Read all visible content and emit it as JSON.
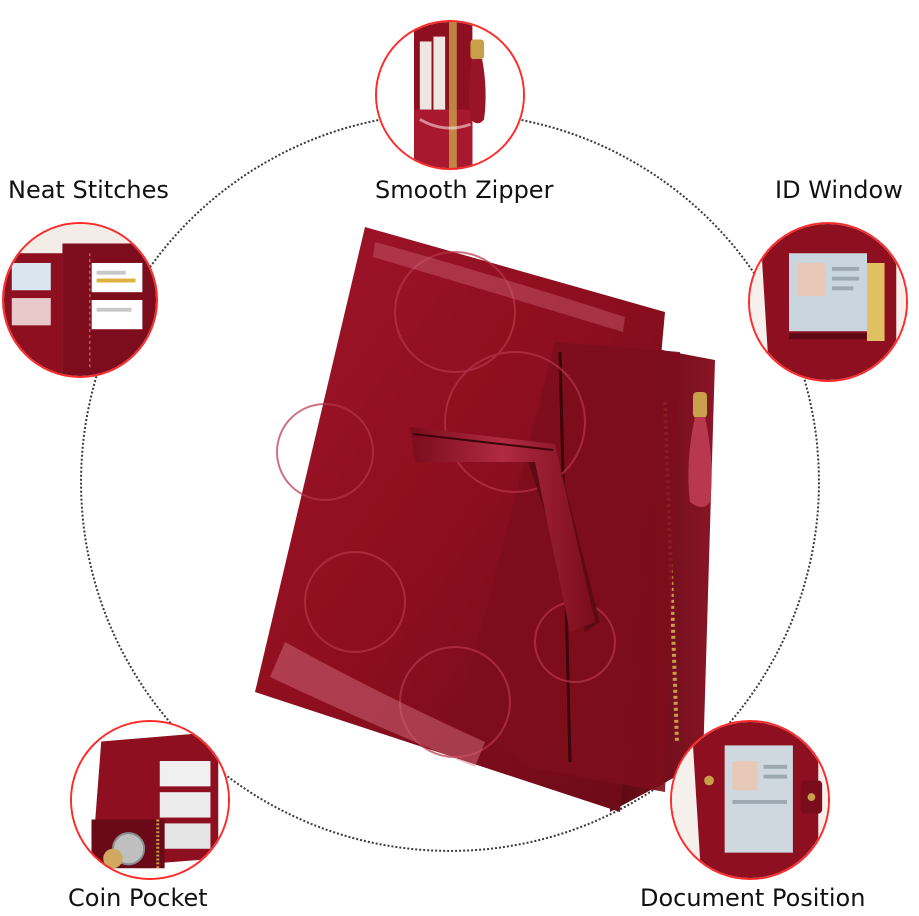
{
  "features": [
    {
      "label": "Neat Stitches"
    },
    {
      "label": "Smooth Zipper"
    },
    {
      "label": "ID Window"
    },
    {
      "label": "Coin Pocket"
    },
    {
      "label": "Document Position"
    }
  ],
  "colors": {
    "wallet_red": "#8e0f1f",
    "wallet_dark": "#5c0a14",
    "wallet_highlight": "#c9576a",
    "ring_stroke": "#ff2a2a",
    "zipper_gold": "#c8a04a"
  }
}
